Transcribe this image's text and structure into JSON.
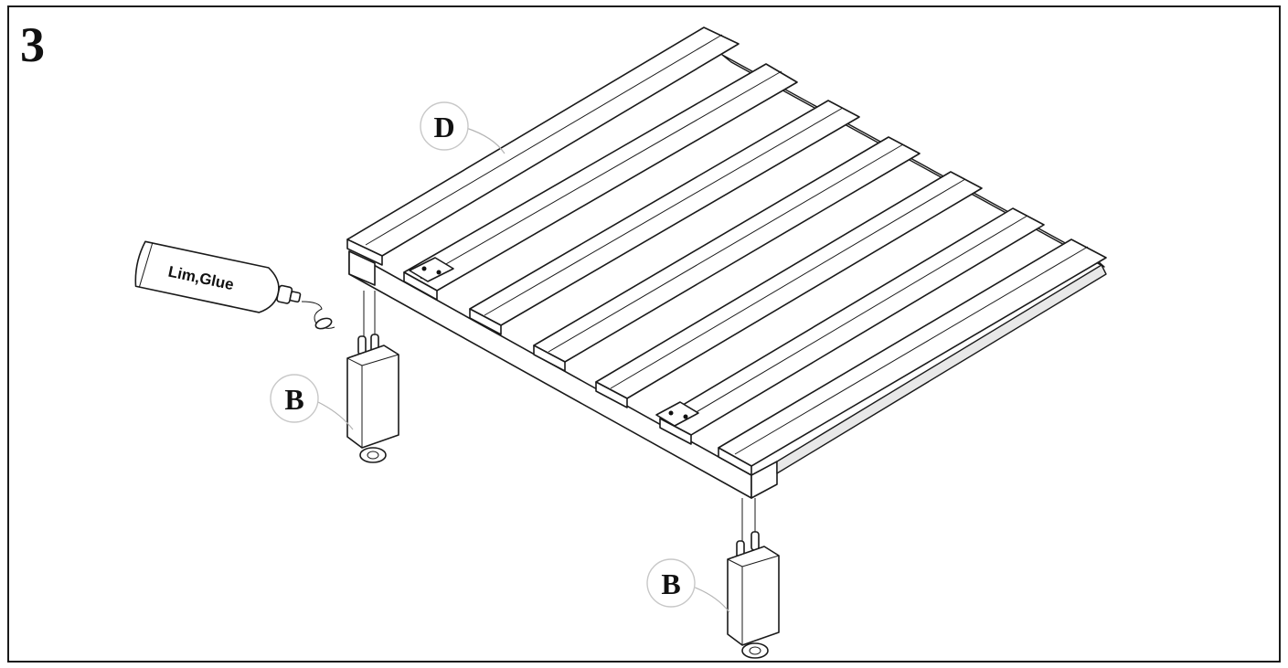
{
  "step": {
    "number": "3"
  },
  "callouts": {
    "panel": "D",
    "leg_left": "B",
    "leg_right": "B"
  },
  "glue": {
    "label": "Lim,Glue"
  }
}
